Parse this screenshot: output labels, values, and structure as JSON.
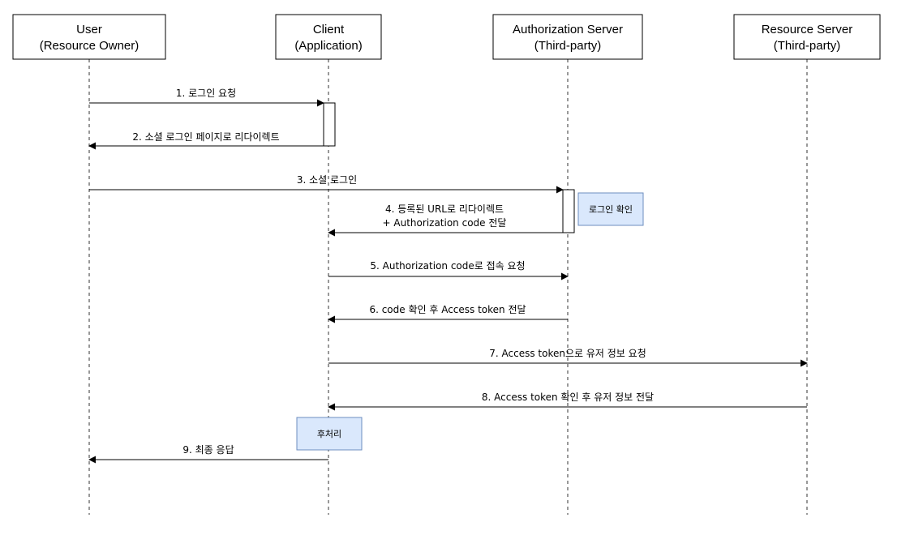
{
  "participants": [
    {
      "line1": "User",
      "line2": "(Resource Owner)"
    },
    {
      "line1": "Client",
      "line2": "(Application)"
    },
    {
      "line1": "Authorization Server",
      "line2": "(Third-party)"
    },
    {
      "line1": "Resource Server",
      "line2": "(Third-party)"
    }
  ],
  "messages": [
    {
      "lines": [
        "1. 로그인 요청"
      ]
    },
    {
      "lines": [
        "2. 소셜 로그인 페이지로 리다이렉트"
      ]
    },
    {
      "lines": [
        "3. 소셜 로그인"
      ]
    },
    {
      "lines": [
        "4. 등록된 URL로 리다이렉트",
        "+ Authorization code 전달"
      ]
    },
    {
      "lines": [
        "5. Authorization code로 접속 요청"
      ]
    },
    {
      "lines": [
        "6. code 확인 후 Access token 전달"
      ]
    },
    {
      "lines": [
        "7. Access token으로 유저 정보 요청"
      ]
    },
    {
      "lines": [
        "8. Access token 확인 후 유저 정보 전달"
      ]
    },
    {
      "lines": [
        "9. 최종 응답"
      ]
    }
  ],
  "notes": [
    {
      "text": "로그인 확인"
    },
    {
      "text": "후처리"
    }
  ],
  "colors": {
    "line": "#000000",
    "lifeline": "#333333",
    "note_fill": "#dae8fc",
    "note_stroke": "#6c8ebf",
    "box_fill": "#ffffff"
  }
}
